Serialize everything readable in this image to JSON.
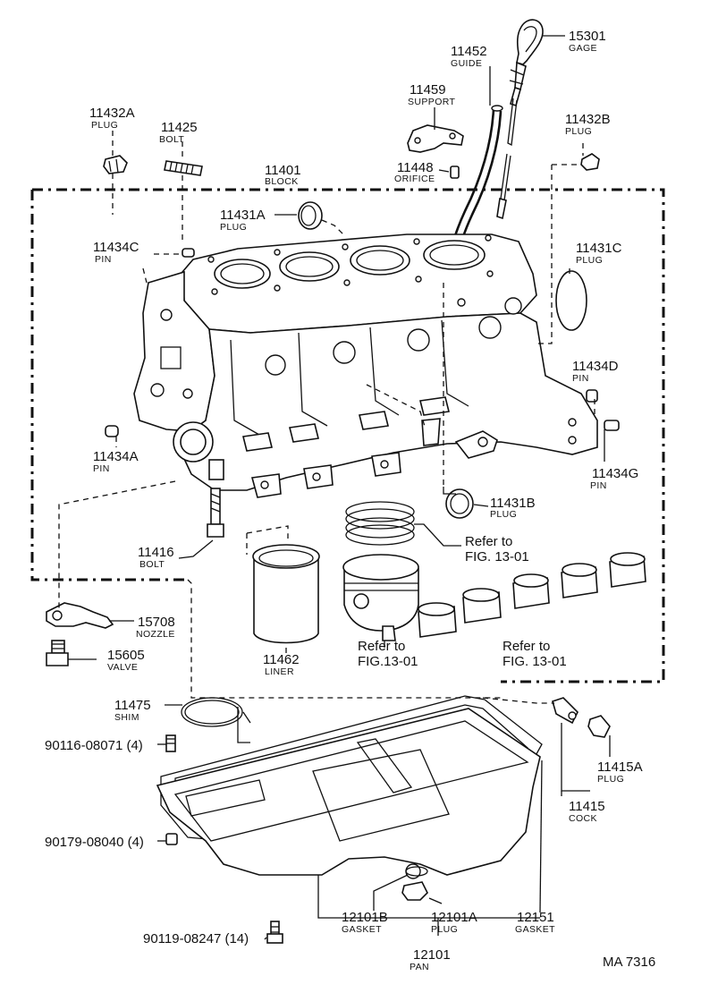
{
  "drawing_code": "MA 7316",
  "callouts": {
    "c15301": {
      "number": "15301",
      "name": "GAGE"
    },
    "c11452": {
      "number": "11452",
      "name": "GUIDE"
    },
    "c11459": {
      "number": "11459",
      "name": "SUPPORT"
    },
    "c11432a": {
      "number": "11432A",
      "name": "PLUG"
    },
    "c11425": {
      "number": "11425",
      "name": "BOLT"
    },
    "c11432b": {
      "number": "11432B",
      "name": "PLUG"
    },
    "c11401": {
      "number": "11401",
      "name": "BLOCK"
    },
    "c11448": {
      "number": "11448",
      "name": "ORIFICE"
    },
    "c11431a": {
      "number": "11431A",
      "name": "PLUG"
    },
    "c11434c": {
      "number": "11434C",
      "name": "PIN"
    },
    "c11431c": {
      "number": "11431C",
      "name": "PLUG"
    },
    "c11434d": {
      "number": "11434D",
      "name": "PIN"
    },
    "c11434a": {
      "number": "11434A",
      "name": "PIN"
    },
    "c11434g": {
      "number": "11434G",
      "name": "PIN"
    },
    "c11431b": {
      "number": "11431B",
      "name": "PLUG"
    },
    "c11416": {
      "number": "11416",
      "name": "BOLT"
    },
    "c15708": {
      "number": "15708",
      "name": "NOZZLE"
    },
    "c15605": {
      "number": "15605",
      "name": "VALVE"
    },
    "c11462": {
      "number": "11462",
      "name": "LINER"
    },
    "c11475": {
      "number": "11475",
      "name": "SHIM"
    },
    "c11415a": {
      "number": "11415A",
      "name": "PLUG"
    },
    "c11415": {
      "number": "11415",
      "name": "COCK"
    },
    "c12101b": {
      "number": "12101B",
      "name": "GASKET"
    },
    "c12101a": {
      "number": "12101A",
      "name": "PLUG"
    },
    "c12151": {
      "number": "12151",
      "name": "GASKET"
    },
    "c12101": {
      "number": "12101",
      "name": "PAN"
    }
  },
  "references": {
    "ref_rings_1": "Refer to",
    "ref_rings_2": "FIG. 13-01",
    "ref_piston_1": "Refer to",
    "ref_piston_2": "FIG.13-01",
    "ref_bearings_1": "Refer to",
    "ref_bearings_2": "FIG. 13-01"
  },
  "fasteners": {
    "f1": "90116-08071 (4)",
    "f2": "90179-08040 (4)",
    "f3": "90119-08247 (14)"
  }
}
